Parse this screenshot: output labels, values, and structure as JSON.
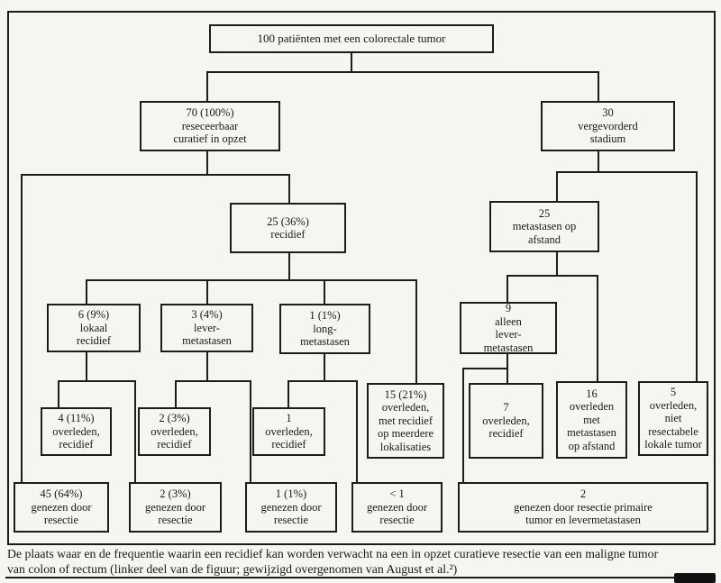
{
  "figure": {
    "nodes": {
      "patients": {
        "label": "100 patiënten met een colorectale tumor"
      },
      "resectable": {
        "label": "70 (100%)\nreseceerbaar\ncuratief in opzet"
      },
      "advanced": {
        "label": "30\nvergevorderd\nstadium"
      },
      "recidief": {
        "label": "25 (36%)\nrecidief"
      },
      "metastasen_afstand": {
        "label": "25\nmetastasen op\nafstand"
      },
      "lokaal_recidief": {
        "label": "6 (9%)\nlokaal\nrecidief"
      },
      "levermetastasen": {
        "label": "3 (4%)\nlever-\nmetastasen"
      },
      "longmetastasen": {
        "label": "1 (1%)\nlong-\nmetastasen"
      },
      "alleen_lever": {
        "label": "9\nalleen\nlever-\nmetastasen"
      },
      "overleden_4": {
        "label": "4 (11%)\noverleden,\nrecidief"
      },
      "overleden_2": {
        "label": "2 (3%)\noverleden,\nrecidief"
      },
      "overleden_1": {
        "label": "1\noverleden,\nrecidief"
      },
      "overleden_15": {
        "label": "15 (21%)\noverleden,\nmet recidief\nop meerdere\nlokalisaties"
      },
      "overleden_7": {
        "label": "7\noverleden,\nrecidief"
      },
      "overleden_16": {
        "label": "16\noverleden\nmet\nmetastasen\nop afstand"
      },
      "overleden_5": {
        "label": "5\noverleden,\nniet\nresectabele\nlokale tumor"
      },
      "genezen_45": {
        "label": "45 (64%)\ngenezen door\nresectie"
      },
      "genezen_2": {
        "label": "2 (3%)\ngenezen door\nresectie"
      },
      "genezen_1": {
        "label": "1 (1%)\ngenezen door\nresectie"
      },
      "genezen_lt1": {
        "label": "< 1\ngenezen door\nresectie"
      },
      "genezen_primair": {
        "label": "2\ngenezen door resectie primaire\ntumor en levermetastasen"
      }
    },
    "edges": [
      [
        "patients",
        "resectable"
      ],
      [
        "patients",
        "advanced"
      ],
      [
        "resectable",
        "recidief"
      ],
      [
        "resectable",
        "genezen_45"
      ],
      [
        "recidief",
        "lokaal_recidief"
      ],
      [
        "recidief",
        "levermetastasen"
      ],
      [
        "recidief",
        "longmetastasen"
      ],
      [
        "recidief",
        "overleden_15"
      ],
      [
        "lokaal_recidief",
        "overleden_4"
      ],
      [
        "lokaal_recidief",
        "genezen_2"
      ],
      [
        "levermetastasen",
        "overleden_2"
      ],
      [
        "levermetastasen",
        "genezen_1"
      ],
      [
        "longmetastasen",
        "overleden_1"
      ],
      [
        "longmetastasen",
        "genezen_lt1"
      ],
      [
        "advanced",
        "metastasen_afstand"
      ],
      [
        "advanced",
        "overleden_5"
      ],
      [
        "metastasen_afstand",
        "alleen_lever"
      ],
      [
        "metastasen_afstand",
        "overleden_16"
      ],
      [
        "alleen_lever",
        "overleden_7"
      ],
      [
        "alleen_lever",
        "genezen_primair"
      ]
    ],
    "caption": {
      "line1": "De plaats waar en de frequentie waarin een recidief kan worden verwacht na een in opzet curatieve resectie van een maligne tumor",
      "line2": "van colon of rectum (linker deel van de figuur; gewijzigd overgenomen van August et al.²)"
    },
    "colors": {
      "paper": "#f6f5f1",
      "ink": "#1c1c1c"
    }
  }
}
